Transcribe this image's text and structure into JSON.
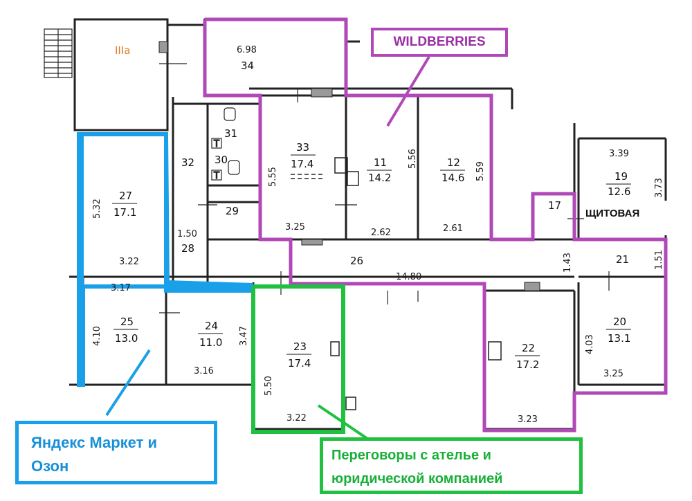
{
  "plan": {
    "section_label": "IIIa",
    "rooms": [
      {
        "id": "34",
        "area": "6.98"
      },
      {
        "id": "33",
        "area": "17.4"
      },
      {
        "id": "11",
        "area": "14.2"
      },
      {
        "id": "12",
        "area": "14.6"
      },
      {
        "id": "19",
        "area": "12.6"
      },
      {
        "id": "17",
        "area": ""
      },
      {
        "id": "21",
        "area": ""
      },
      {
        "id": "27",
        "area": "17.1"
      },
      {
        "id": "32",
        "area": ""
      },
      {
        "id": "31",
        "area": ""
      },
      {
        "id": "30",
        "area": ""
      },
      {
        "id": "29",
        "area": ""
      },
      {
        "id": "28",
        "area": ""
      },
      {
        "id": "26",
        "area": ""
      },
      {
        "id": "25",
        "area": "13.0"
      },
      {
        "id": "24",
        "area": "11.0"
      },
      {
        "id": "23",
        "area": "17.4"
      },
      {
        "id": "22",
        "area": "17.2"
      },
      {
        "id": "20",
        "area": "13.1"
      }
    ],
    "dimensions": {
      "d_555": "5.55",
      "d_556": "5.56",
      "d_559": "5.59",
      "d_339": "3.39",
      "d_373": "3.73",
      "d_532": "5.32",
      "d_150": "1.50",
      "d_322a": "3.22",
      "d_317": "3.17",
      "d_325a": "3.25",
      "d_262": "2.62",
      "d_261": "2.61",
      "d_143": "1.43",
      "d_151": "1.51",
      "d_1480": "14.80",
      "d_410": "4.10",
      "d_347": "3.47",
      "d_316": "3.16",
      "d_550": "5.50",
      "d_322b": "3.22",
      "d_323": "3.23",
      "d_403": "4.03",
      "d_325b": "3.25"
    },
    "toilet_mark_1": "T",
    "toilet_mark_2": "T"
  },
  "callouts": {
    "wildberries": "WILDBERRIES",
    "yandex_line1": "Яндекс Маркет и",
    "yandex_line2": "Озон",
    "negotiations_line1": "Переговоры с ателье и",
    "negotiations_line2": "юридической компанией",
    "shchitovaya": "ЩИТОВАЯ"
  },
  "colors": {
    "wildberries": "#b048b8",
    "yandex": "#1aa0e8",
    "negotiations": "#20c040"
  }
}
